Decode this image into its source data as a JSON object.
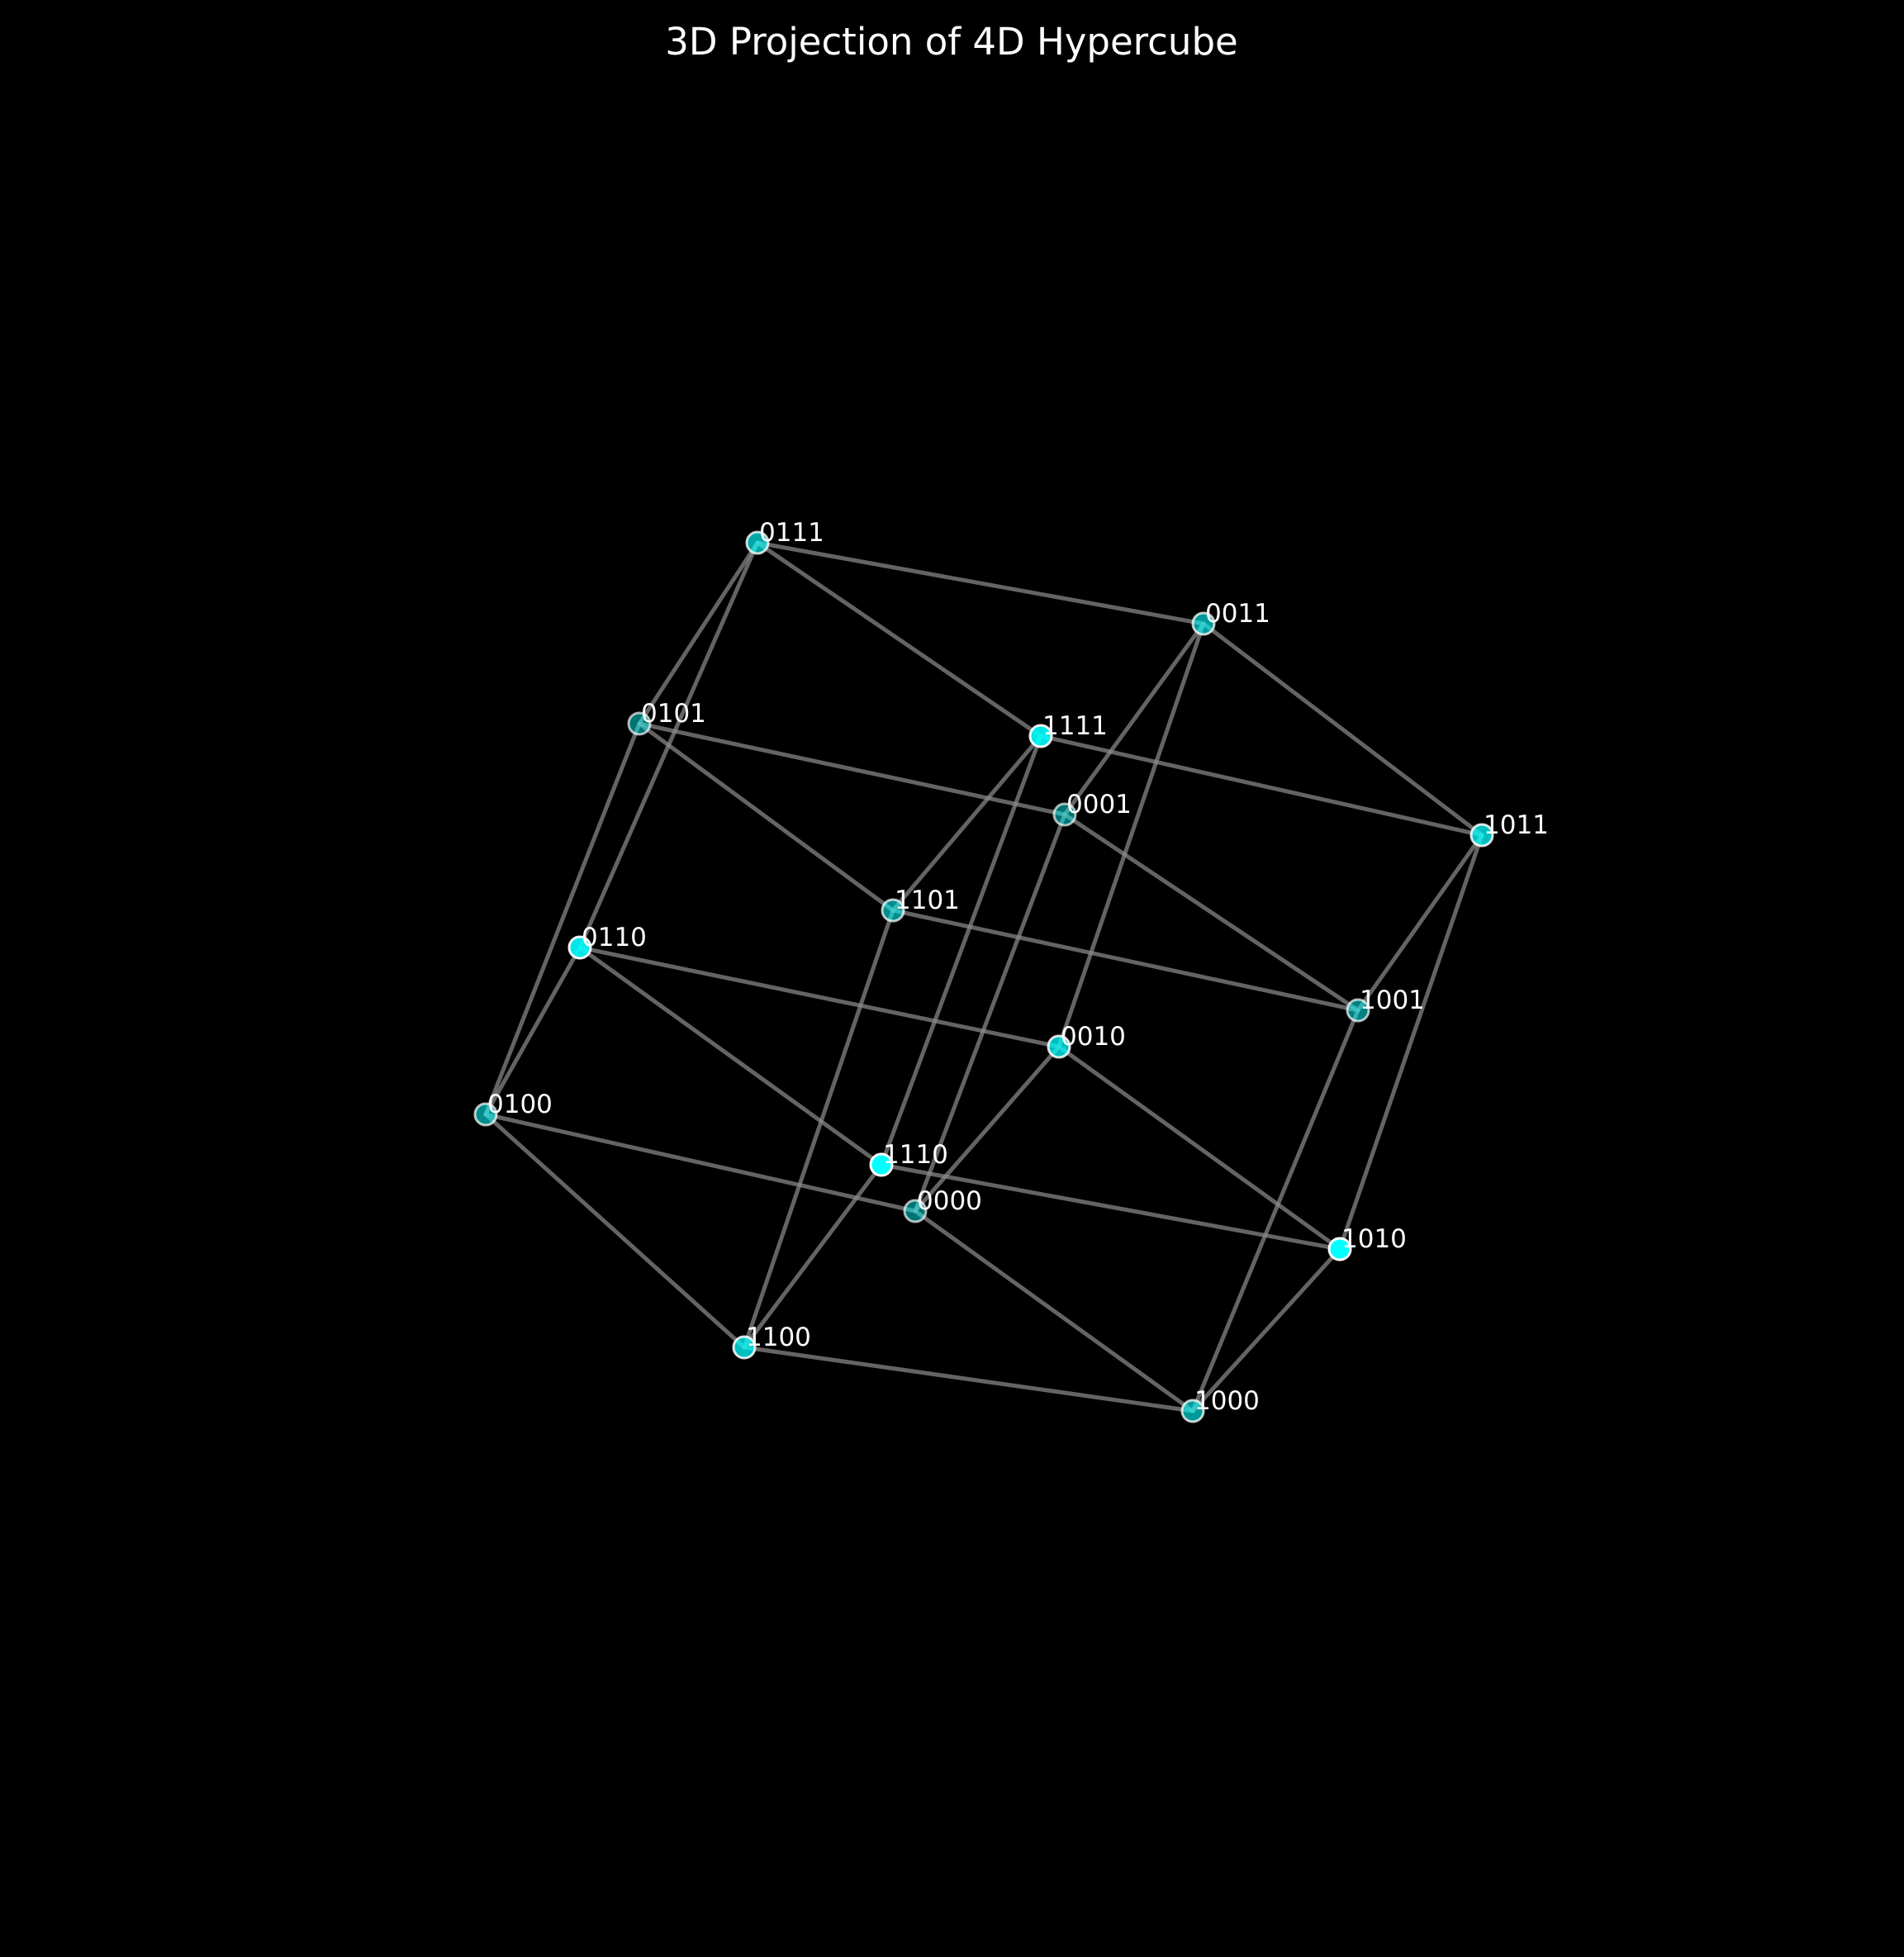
{
  "title": "3D Projection of 4D Hypercube",
  "colors": {
    "background": "#000000",
    "vertex_fill": "#00ffff",
    "vertex_edge": "#ffffff",
    "edge": "#8a8a8a",
    "text": "#ffffff"
  },
  "vertices": [
    {
      "id": "0000",
      "label": "0000",
      "depth": 0.45
    },
    {
      "id": "0001",
      "label": "0001",
      "depth": 0.45
    },
    {
      "id": "0010",
      "label": "0010",
      "depth": 0.75
    },
    {
      "id": "0011",
      "label": "0011",
      "depth": 0.6
    },
    {
      "id": "0100",
      "label": "0100",
      "depth": 0.55
    },
    {
      "id": "0101",
      "label": "0101",
      "depth": 0.45
    },
    {
      "id": "0110",
      "label": "0110",
      "depth": 0.9
    },
    {
      "id": "0111",
      "label": "0111",
      "depth": 0.65
    },
    {
      "id": "1000",
      "label": "1000",
      "depth": 0.6
    },
    {
      "id": "1001",
      "label": "1001",
      "depth": 0.5
    },
    {
      "id": "1010",
      "label": "1010",
      "depth": 1.0
    },
    {
      "id": "1011",
      "label": "1011",
      "depth": 0.75
    },
    {
      "id": "1100",
      "label": "1100",
      "depth": 0.75
    },
    {
      "id": "1101",
      "label": "1101",
      "depth": 0.55
    },
    {
      "id": "1110",
      "label": "1110",
      "depth": 1.0
    },
    {
      "id": "1111",
      "label": "1111",
      "depth": 0.9
    }
  ],
  "edges": [
    [
      "0000",
      "0001"
    ],
    [
      "0000",
      "0010"
    ],
    [
      "0000",
      "0100"
    ],
    [
      "0000",
      "1000"
    ],
    [
      "0001",
      "0011"
    ],
    [
      "0001",
      "0101"
    ],
    [
      "0001",
      "1001"
    ],
    [
      "0010",
      "0011"
    ],
    [
      "0010",
      "0110"
    ],
    [
      "0010",
      "1010"
    ],
    [
      "0011",
      "0111"
    ],
    [
      "0011",
      "1011"
    ],
    [
      "0100",
      "0101"
    ],
    [
      "0100",
      "0110"
    ],
    [
      "0100",
      "1100"
    ],
    [
      "0101",
      "0111"
    ],
    [
      "0101",
      "1101"
    ],
    [
      "0110",
      "0111"
    ],
    [
      "0110",
      "1110"
    ],
    [
      "0111",
      "1111"
    ],
    [
      "1000",
      "1001"
    ],
    [
      "1000",
      "1010"
    ],
    [
      "1000",
      "1100"
    ],
    [
      "1001",
      "1011"
    ],
    [
      "1001",
      "1101"
    ],
    [
      "1010",
      "1011"
    ],
    [
      "1010",
      "1110"
    ],
    [
      "1011",
      "1111"
    ],
    [
      "1100",
      "1101"
    ],
    [
      "1100",
      "1110"
    ],
    [
      "1101",
      "1111"
    ],
    [
      "1110",
      "1111"
    ]
  ]
}
